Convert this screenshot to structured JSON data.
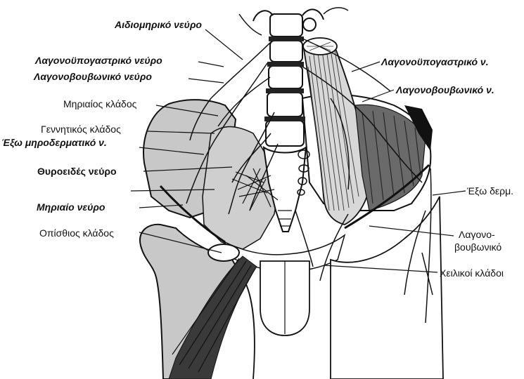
{
  "labels": {
    "aidiomiriko": "Αιδιομηρικό νεύρο",
    "lagono_ypog_left": "Λαγονοϋπογαστρικό νεύρο",
    "lagono_vouv_left": "Λαγονοβουβωνικό νεύρο",
    "miriaios_klados": "Μηριαίος κλάδος",
    "gennitikos_klados": "Γεννητικός κλάδος",
    "exo_miroderm": "Έξω μηροδερματικό ν.",
    "thyroeides": "Θυροειδές νεύρο",
    "miriaio_neyro": "Μηριαίο νεύρο",
    "opisthios": "Οπίσθιος κλάδος",
    "lagono_ypog_right": "Λαγονοϋπογαστρικό ν.",
    "lagono_vouv_right": "Λαγονοβουβωνικό ν.",
    "exo_derm": "Έξω δερμ.",
    "lagono_vouv_line1": "Λαγονο-",
    "lagono_vouv_line2": "βουβωνικό",
    "cheilikoi": "Χειλικοί κλάδοι"
  },
  "colors": {
    "ink": "#111111",
    "bone": "#c8c8c8",
    "muscle_dark": "#3a3a3a",
    "paper": "#ffffff"
  }
}
